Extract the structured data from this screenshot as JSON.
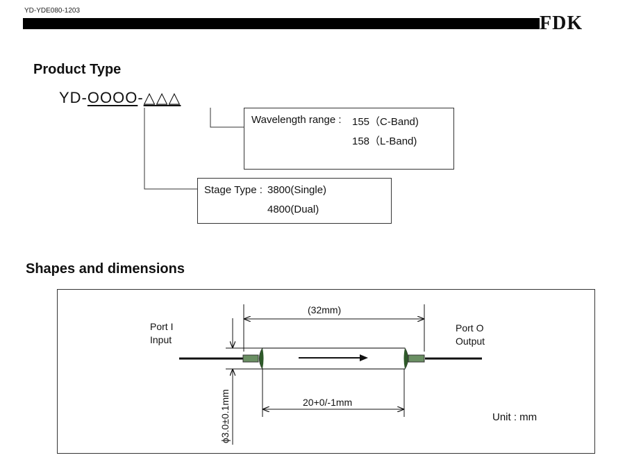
{
  "header": {
    "doc_id": "YD-YDE080-1203",
    "logo": "FDK"
  },
  "product_type": {
    "title": "Product Type",
    "code_prefix": "YD-",
    "code_stage_symbols": "OOOO",
    "code_dash": "-",
    "code_wavelength_symbols": "△△△",
    "wavelength_box": {
      "label": "Wavelength range :",
      "option1": "155（C-Band)",
      "option2": "158（L-Band)"
    },
    "stage_box": {
      "label": "Stage Type :",
      "option1": "3800(Single)",
      "option2": "4800(Dual)"
    }
  },
  "shapes": {
    "title": "Shapes and dimensions",
    "port_in_line1": "Port I",
    "port_in_line2": "Input",
    "port_out_line1": "Port O",
    "port_out_line2": "Output",
    "overall_length": "(32mm)",
    "body_length": "20+0/-1mm",
    "diameter": "ϕ3.0±0.1mm",
    "unit": "Unit : mm",
    "colors": {
      "body_fill": "#ffffff",
      "end_cap": "#2f5a2a",
      "sleeve": "#6a8f63",
      "fiber": "#111111"
    }
  }
}
